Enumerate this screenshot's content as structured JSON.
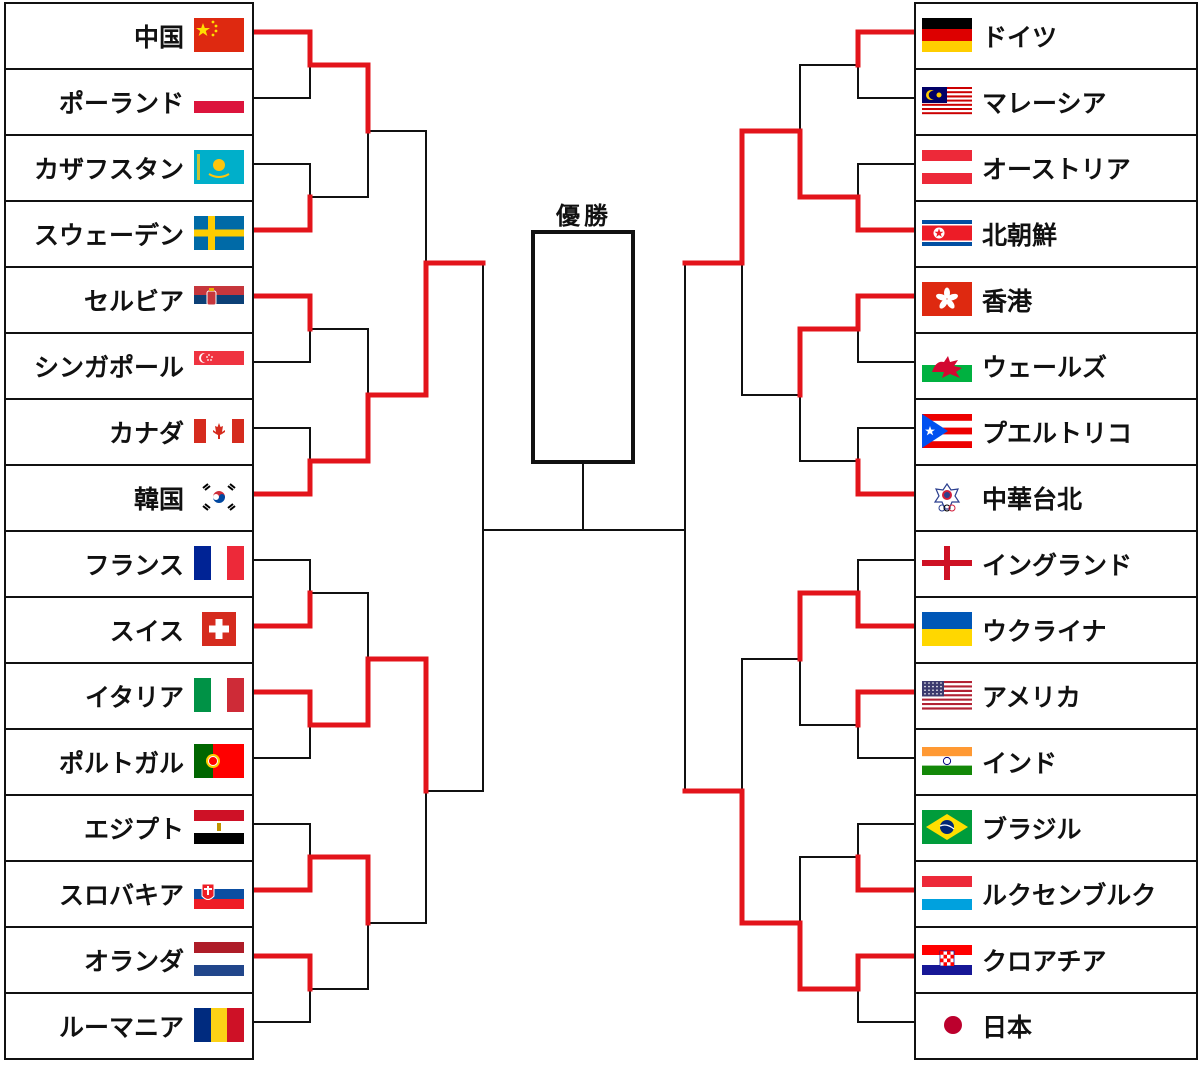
{
  "champion": {
    "label": "優勝",
    "name": ""
  },
  "colors": {
    "line": "#111111",
    "winner": "#e3141b"
  },
  "left_teams": [
    {
      "name": "中国",
      "flag": "china-flag"
    },
    {
      "name": "ポーランド",
      "flag": "poland-flag"
    },
    {
      "name": "カザフスタン",
      "flag": "kazakhstan-flag"
    },
    {
      "name": "スウェーデン",
      "flag": "sweden-flag"
    },
    {
      "name": "セルビア",
      "flag": "serbia-flag"
    },
    {
      "name": "シンガポール",
      "flag": "singapore-flag"
    },
    {
      "name": "カナダ",
      "flag": "canada-flag"
    },
    {
      "name": "韓国",
      "flag": "korea-flag"
    },
    {
      "name": "フランス",
      "flag": "france-flag"
    },
    {
      "name": "スイス",
      "flag": "switzerland-flag"
    },
    {
      "name": "イタリア",
      "flag": "italy-flag"
    },
    {
      "name": "ポルトガル",
      "flag": "portugal-flag"
    },
    {
      "name": "エジプト",
      "flag": "egypt-flag"
    },
    {
      "name": "スロバキア",
      "flag": "slovakia-flag"
    },
    {
      "name": "オランダ",
      "flag": "netherlands-flag"
    },
    {
      "name": "ルーマニア",
      "flag": "romania-flag"
    }
  ],
  "right_teams": [
    {
      "name": "ドイツ",
      "flag": "germany-flag"
    },
    {
      "name": "マレーシア",
      "flag": "malaysia-flag"
    },
    {
      "name": "オーストリア",
      "flag": "austria-flag"
    },
    {
      "name": "北朝鮮",
      "flag": "north-korea-flag"
    },
    {
      "name": "香港",
      "flag": "hong-kong-flag"
    },
    {
      "name": "ウェールズ",
      "flag": "wales-flag"
    },
    {
      "name": "プエルトリコ",
      "flag": "puerto-rico-flag"
    },
    {
      "name": "中華台北",
      "flag": "chinese-taipei-flag"
    },
    {
      "name": "イングランド",
      "flag": "england-flag"
    },
    {
      "name": "ウクライナ",
      "flag": "ukraine-flag"
    },
    {
      "name": "アメリカ",
      "flag": "usa-flag"
    },
    {
      "name": "インド",
      "flag": "india-flag"
    },
    {
      "name": "ブラジル",
      "flag": "brazil-flag"
    },
    {
      "name": "ルクセンブルク",
      "flag": "luxembourg-flag"
    },
    {
      "name": "クロアチア",
      "flag": "croatia-flag"
    },
    {
      "name": "日本",
      "flag": "japan-flag"
    }
  ],
  "results": {
    "left": [
      [
        0,
        1,
        0,
        1,
        1,
        0,
        1,
        0
      ],
      [
        0,
        1,
        1,
        0
      ],
      [
        1,
        0
      ]
    ],
    "right": [
      [
        0,
        1,
        0,
        1,
        1,
        0,
        1,
        0
      ],
      [
        1,
        0,
        0,
        1
      ],
      [
        0,
        1
      ]
    ]
  }
}
